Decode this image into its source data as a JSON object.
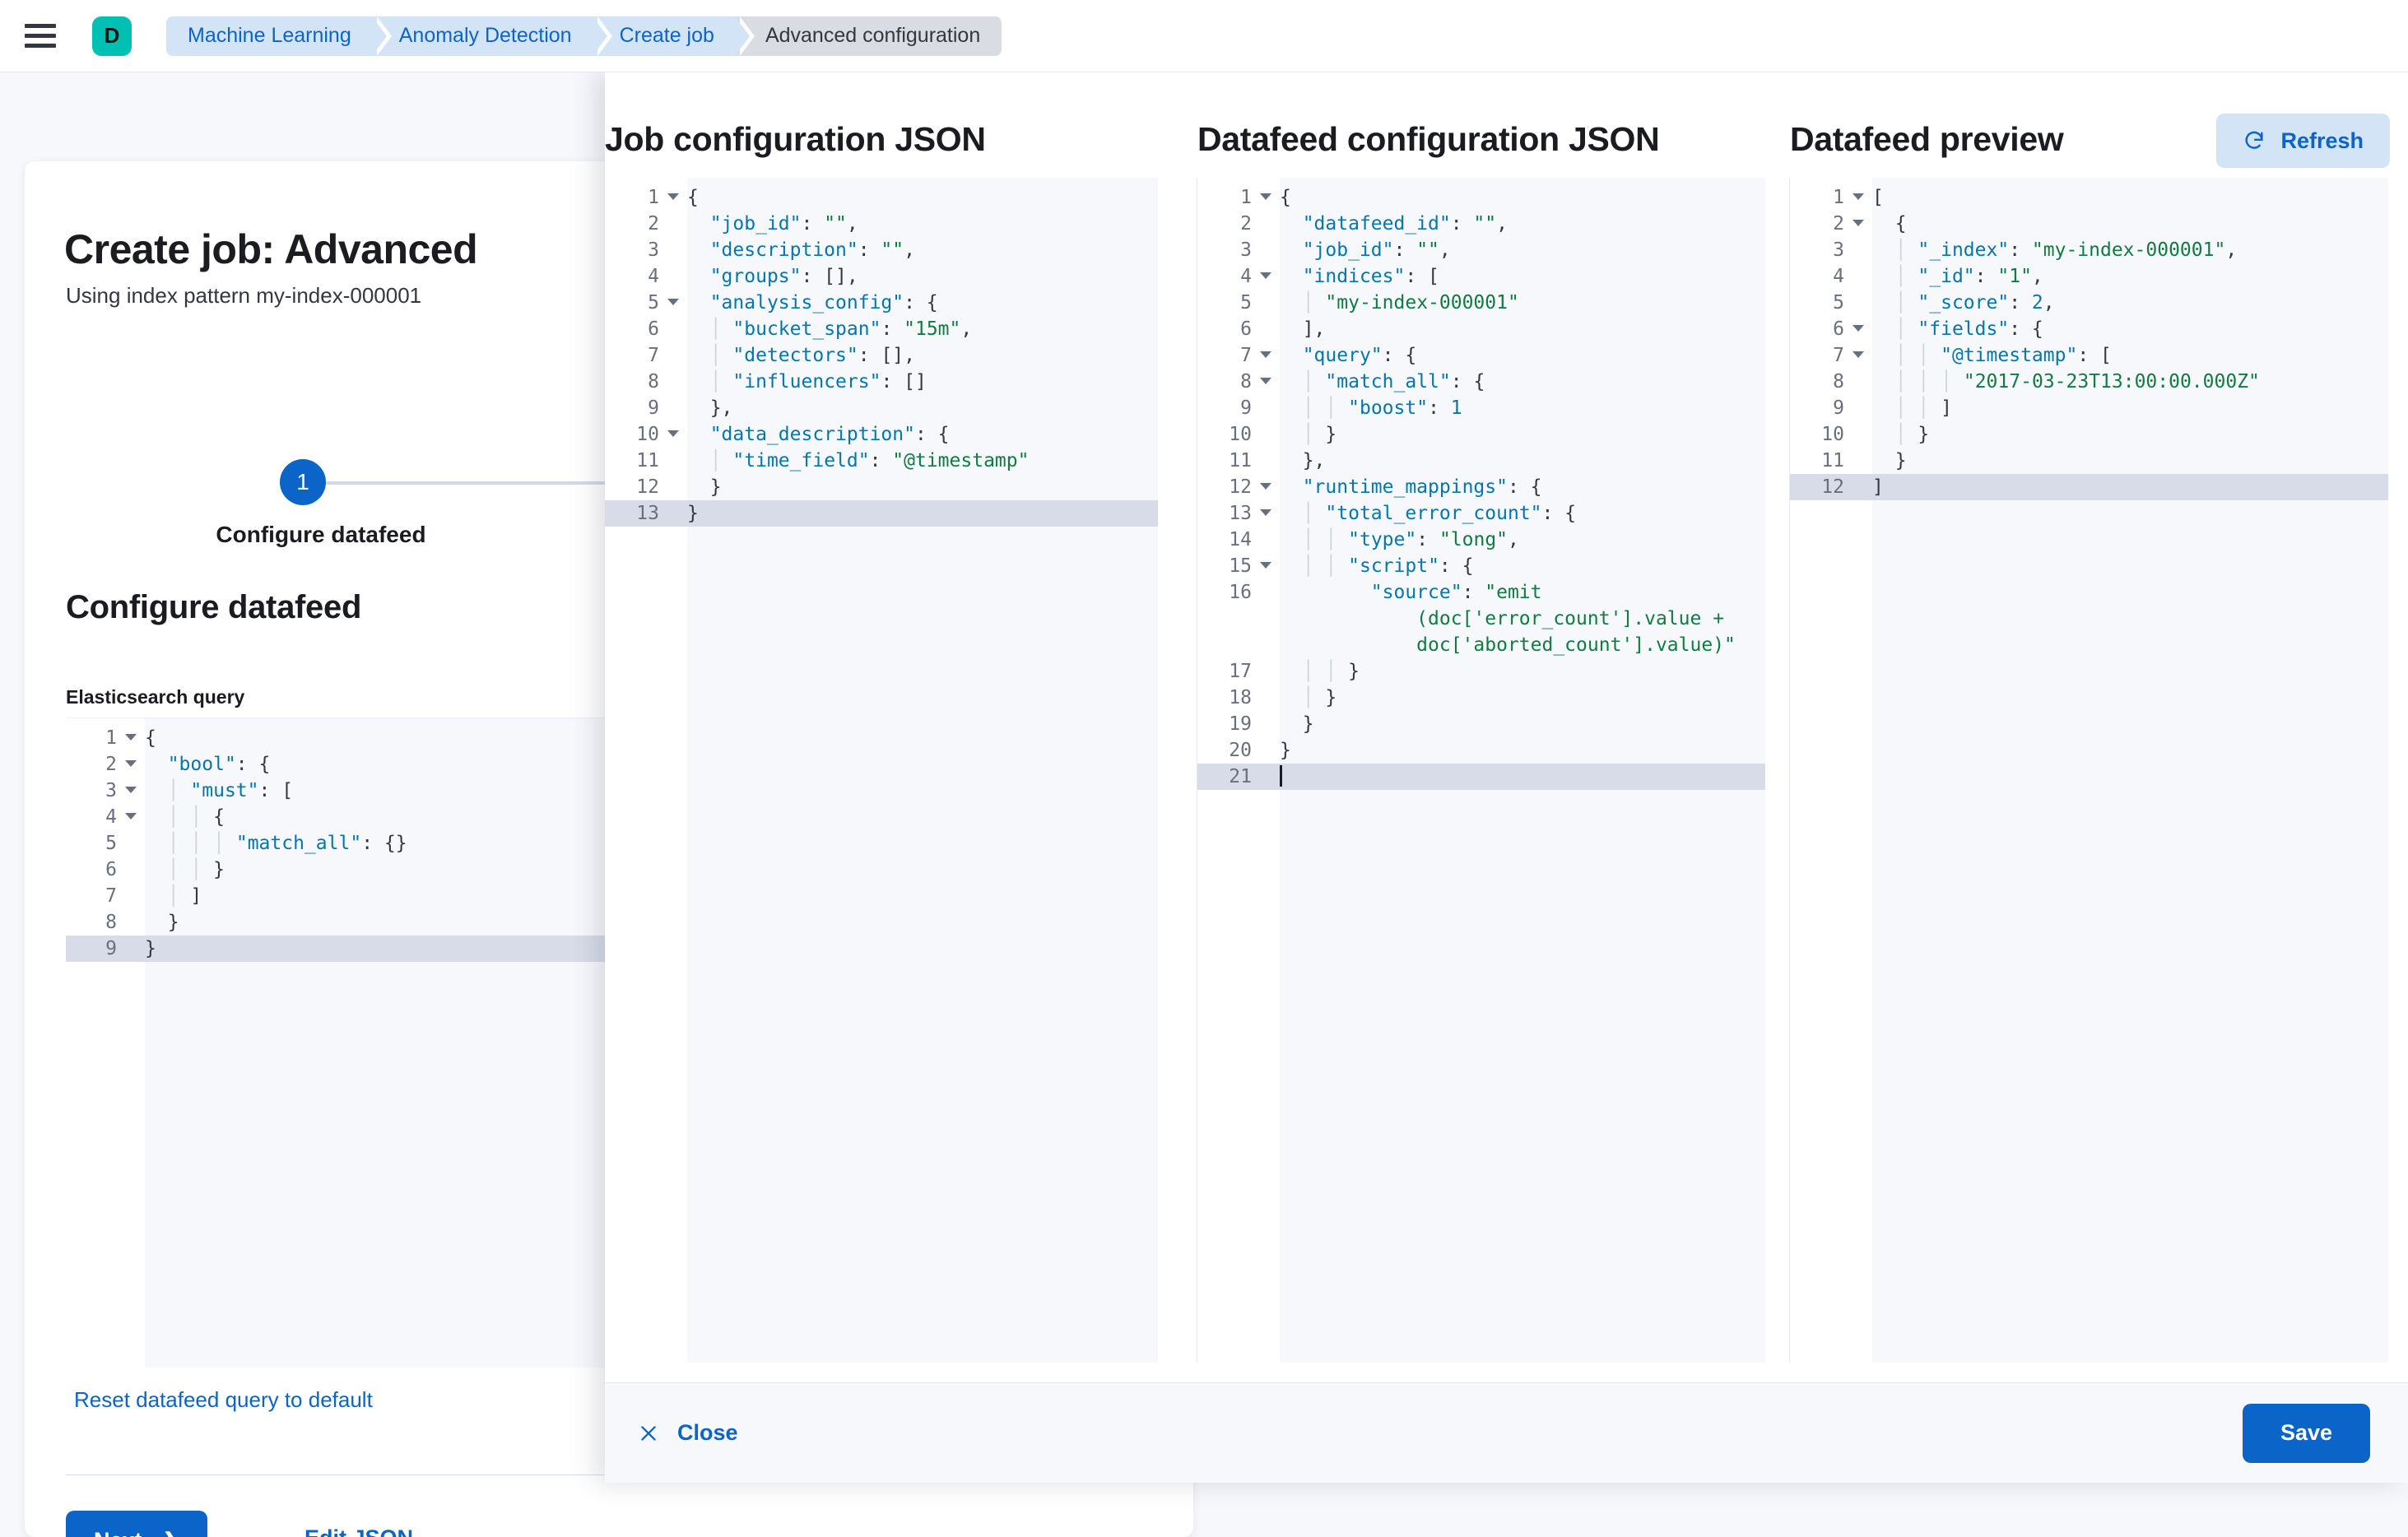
{
  "topbar": {
    "menu_icon": "hamburger-menu-icon",
    "space_avatar": "D",
    "breadcrumbs": [
      {
        "label": "Machine Learning",
        "current": false
      },
      {
        "label": "Anomaly Detection",
        "current": false
      },
      {
        "label": "Create job",
        "current": false
      },
      {
        "label": "Advanced configuration",
        "current": true
      }
    ]
  },
  "page": {
    "title": "Create job: Advanced",
    "subtitle": "Using index pattern my-index-000001",
    "step_number": "1",
    "step_label": "Configure datafeed",
    "section_title": "Configure datafeed",
    "query_field_label": "Elasticsearch query",
    "reset_link": "Reset datafeed query to default",
    "next_label": "Next",
    "next_chevron": "chevron-right-icon",
    "edit_json_label": "Edit JSON",
    "query_editor": {
      "lines": [
        {
          "n": "1",
          "fold": true,
          "text": "{"
        },
        {
          "n": "2",
          "fold": true,
          "text": "  \"bool\": {"
        },
        {
          "n": "3",
          "fold": true,
          "text": "    \"must\": ["
        },
        {
          "n": "4",
          "fold": true,
          "text": "      {"
        },
        {
          "n": "5",
          "fold": false,
          "text": "        \"match_all\": {}"
        },
        {
          "n": "6",
          "fold": false,
          "text": "      }"
        },
        {
          "n": "7",
          "fold": false,
          "text": "    ]"
        },
        {
          "n": "8",
          "fold": false,
          "text": "  }"
        },
        {
          "n": "9",
          "fold": false,
          "text": "}",
          "highlight": true
        }
      ]
    }
  },
  "flyout": {
    "columns": [
      {
        "id": "job",
        "heading": "Job configuration JSON",
        "lines": [
          {
            "n": "1",
            "fold": true,
            "text": "{"
          },
          {
            "n": "2",
            "fold": false,
            "text": "  \"job_id\": \"\","
          },
          {
            "n": "3",
            "fold": false,
            "text": "  \"description\": \"\","
          },
          {
            "n": "4",
            "fold": false,
            "text": "  \"groups\": [],"
          },
          {
            "n": "5",
            "fold": true,
            "text": "  \"analysis_config\": {"
          },
          {
            "n": "6",
            "fold": false,
            "text": "    \"bucket_span\": \"15m\","
          },
          {
            "n": "7",
            "fold": false,
            "text": "    \"detectors\": [],"
          },
          {
            "n": "8",
            "fold": false,
            "text": "    \"influencers\": []"
          },
          {
            "n": "9",
            "fold": false,
            "text": "  },"
          },
          {
            "n": "10",
            "fold": true,
            "text": "  \"data_description\": {"
          },
          {
            "n": "11",
            "fold": false,
            "text": "    \"time_field\": \"@timestamp\""
          },
          {
            "n": "12",
            "fold": false,
            "text": "  }"
          },
          {
            "n": "13",
            "fold": false,
            "text": "}",
            "highlight": true
          }
        ]
      },
      {
        "id": "datafeed",
        "heading": "Datafeed configuration JSON",
        "lines": [
          {
            "n": "1",
            "fold": true,
            "text": "{"
          },
          {
            "n": "2",
            "fold": false,
            "text": "  \"datafeed_id\": \"\","
          },
          {
            "n": "3",
            "fold": false,
            "text": "  \"job_id\": \"\","
          },
          {
            "n": "4",
            "fold": true,
            "text": "  \"indices\": ["
          },
          {
            "n": "5",
            "fold": false,
            "text": "    \"my-index-000001\""
          },
          {
            "n": "6",
            "fold": false,
            "text": "  ],"
          },
          {
            "n": "7",
            "fold": true,
            "text": "  \"query\": {"
          },
          {
            "n": "8",
            "fold": true,
            "text": "    \"match_all\": {"
          },
          {
            "n": "9",
            "fold": false,
            "text": "      \"boost\": 1"
          },
          {
            "n": "10",
            "fold": false,
            "text": "    }"
          },
          {
            "n": "11",
            "fold": false,
            "text": "  },"
          },
          {
            "n": "12",
            "fold": true,
            "text": "  \"runtime_mappings\": {"
          },
          {
            "n": "13",
            "fold": true,
            "text": "    \"total_error_count\": {"
          },
          {
            "n": "14",
            "fold": false,
            "text": "      \"type\": \"long\","
          },
          {
            "n": "15",
            "fold": true,
            "text": "      \"script\": {"
          },
          {
            "n": "16",
            "fold": false,
            "text": "        \"source\": \"emit(doc['error_count'].value + doc['aborted_count'].value)\"",
            "wrapped": true
          },
          {
            "n": "17",
            "fold": false,
            "text": "      }"
          },
          {
            "n": "18",
            "fold": false,
            "text": "    }"
          },
          {
            "n": "19",
            "fold": false,
            "text": "  }"
          },
          {
            "n": "20",
            "fold": false,
            "text": "}"
          },
          {
            "n": "21",
            "fold": false,
            "text": "",
            "highlight": true,
            "caret": true
          }
        ]
      },
      {
        "id": "preview",
        "heading": "Datafeed preview",
        "refresh_label": "Refresh",
        "refresh_icon": "refresh-icon",
        "lines": [
          {
            "n": "1",
            "fold": true,
            "text": "["
          },
          {
            "n": "2",
            "fold": true,
            "text": "  {"
          },
          {
            "n": "3",
            "fold": false,
            "text": "    \"_index\": \"my-index-000001\","
          },
          {
            "n": "4",
            "fold": false,
            "text": "    \"_id\": \"1\","
          },
          {
            "n": "5",
            "fold": false,
            "text": "    \"_score\": 2,"
          },
          {
            "n": "6",
            "fold": true,
            "text": "    \"fields\": {"
          },
          {
            "n": "7",
            "fold": true,
            "text": "      \"@timestamp\": ["
          },
          {
            "n": "8",
            "fold": false,
            "text": "        \"2017-03-23T13:00:00.000Z\""
          },
          {
            "n": "9",
            "fold": false,
            "text": "      ]"
          },
          {
            "n": "10",
            "fold": false,
            "text": "    }"
          },
          {
            "n": "11",
            "fold": false,
            "text": "  }"
          },
          {
            "n": "12",
            "fold": false,
            "text": "]",
            "highlight": true
          }
        ]
      }
    ],
    "footer": {
      "close_label": "Close",
      "close_icon": "close-x-icon",
      "save_label": "Save"
    }
  },
  "colors": {
    "accent_blue": "#0b64c8",
    "brand_teal": "#00bfb3",
    "json_key": "#0276ad",
    "json_string": "#107c41",
    "highlight_line": "#d7dce8",
    "editor_bg": "#f7f8fc"
  }
}
